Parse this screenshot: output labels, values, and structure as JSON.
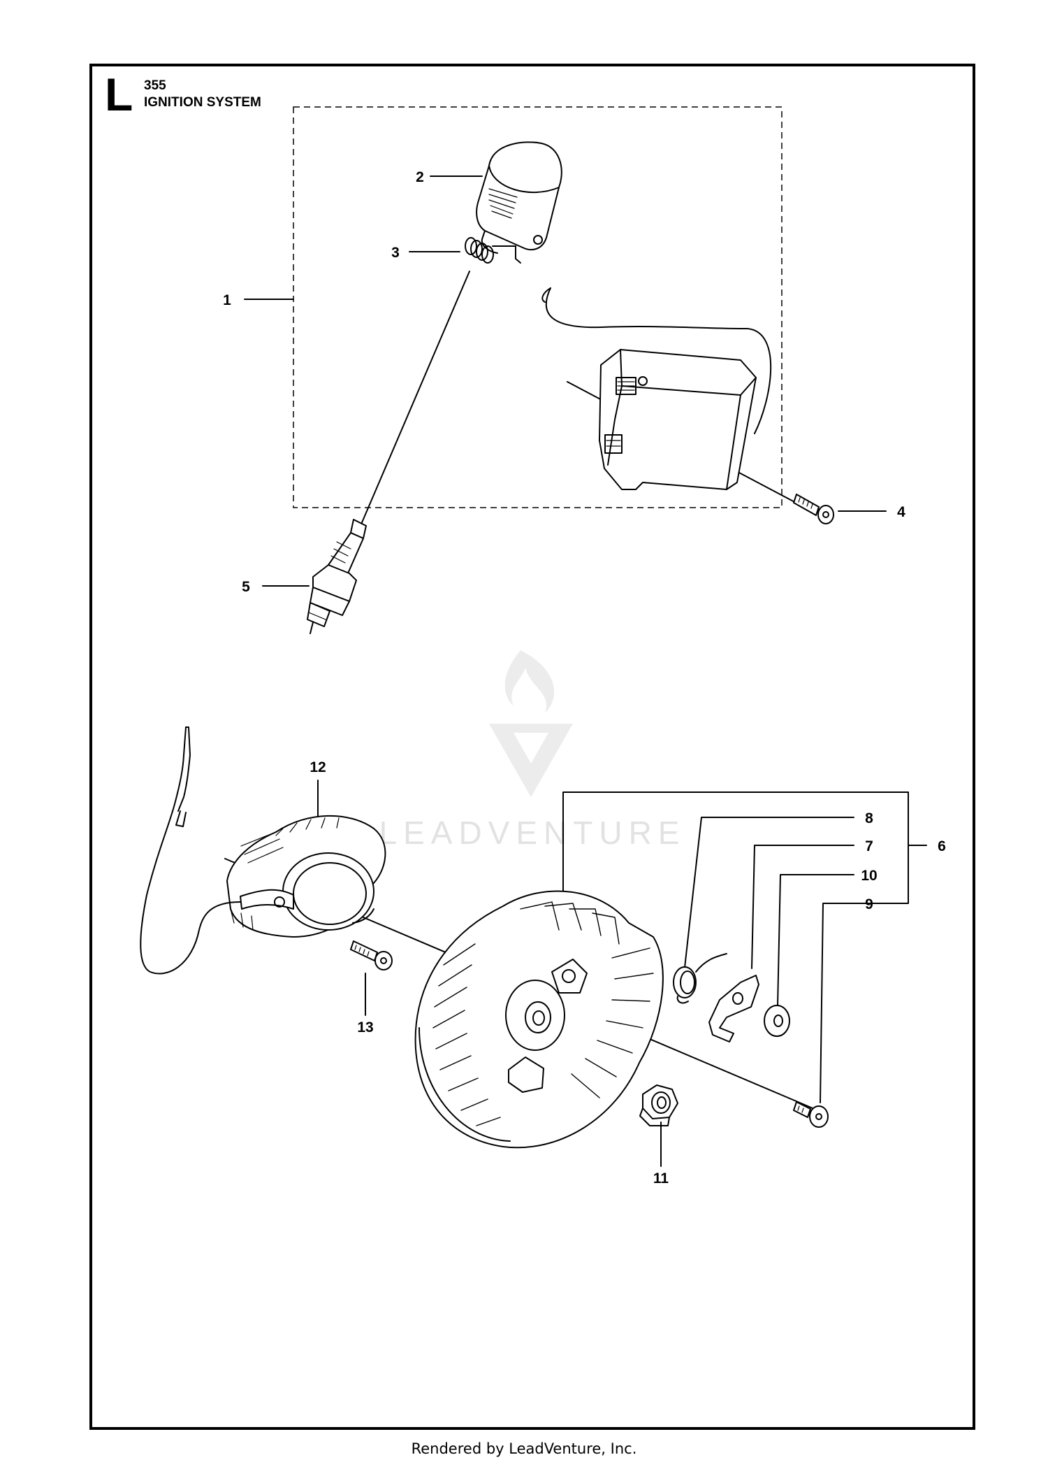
{
  "header": {
    "section_letter": "L",
    "model": "355",
    "title": "IGNITION SYSTEM"
  },
  "callouts": [
    {
      "id": "1",
      "label": "1"
    },
    {
      "id": "2",
      "label": "2"
    },
    {
      "id": "3",
      "label": "3"
    },
    {
      "id": "4",
      "label": "4"
    },
    {
      "id": "5",
      "label": "5"
    },
    {
      "id": "6",
      "label": "6"
    },
    {
      "id": "7",
      "label": "7"
    },
    {
      "id": "8",
      "label": "8"
    },
    {
      "id": "9",
      "label": "9"
    },
    {
      "id": "10",
      "label": "10"
    },
    {
      "id": "11",
      "label": "11"
    },
    {
      "id": "12",
      "label": "12"
    },
    {
      "id": "13",
      "label": "13"
    }
  ],
  "watermark": {
    "text": "LEADVENTURE"
  },
  "footer": {
    "text": "Rendered by LeadVenture, Inc."
  },
  "colors": {
    "line": "#000000",
    "watermark": "#e2e2e2",
    "background": "#ffffff"
  }
}
